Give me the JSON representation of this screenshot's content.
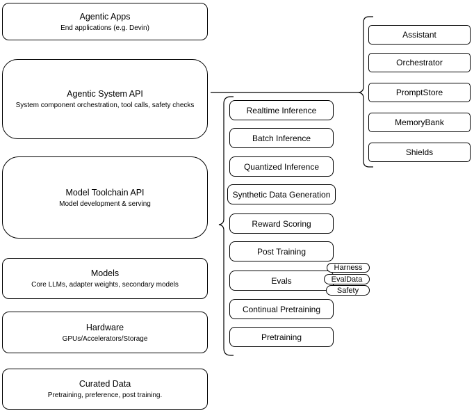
{
  "diagram": {
    "left_stack": [
      {
        "title": "Agentic Apps",
        "subtitle": "End applications (e.g. Devin)"
      },
      {
        "title": "Agentic System API",
        "subtitle": "System component orchestration, tool calls, safety checks"
      },
      {
        "title": "Model Toolchain API",
        "subtitle": "Model development & serving"
      },
      {
        "title": "Models",
        "subtitle": "Core LLMs, adapter weights, secondary models"
      },
      {
        "title": "Hardware",
        "subtitle": "GPUs/Accelerators/Storage"
      },
      {
        "title": "Curated Data",
        "subtitle": "Pretraining, preference, post training."
      }
    ],
    "toolchain_group": {
      "items": [
        "Realtime Inference",
        "Batch Inference",
        "Quantized Inference",
        "Synthetic Data Generation",
        "Reward Scoring",
        "Post Training",
        "Evals",
        "Continual Pretraining",
        "Pretraining"
      ],
      "evals_tags": [
        "Harness",
        "EvalData",
        "Safety"
      ]
    },
    "system_group": {
      "items": [
        "Assistant",
        "Orchestrator",
        "PromptStore",
        "MemoryBank",
        "Shields"
      ]
    },
    "colors": {
      "stroke": "#000000",
      "fill": "#ffffff",
      "text": "#000000",
      "background": "#ffffff"
    }
  }
}
